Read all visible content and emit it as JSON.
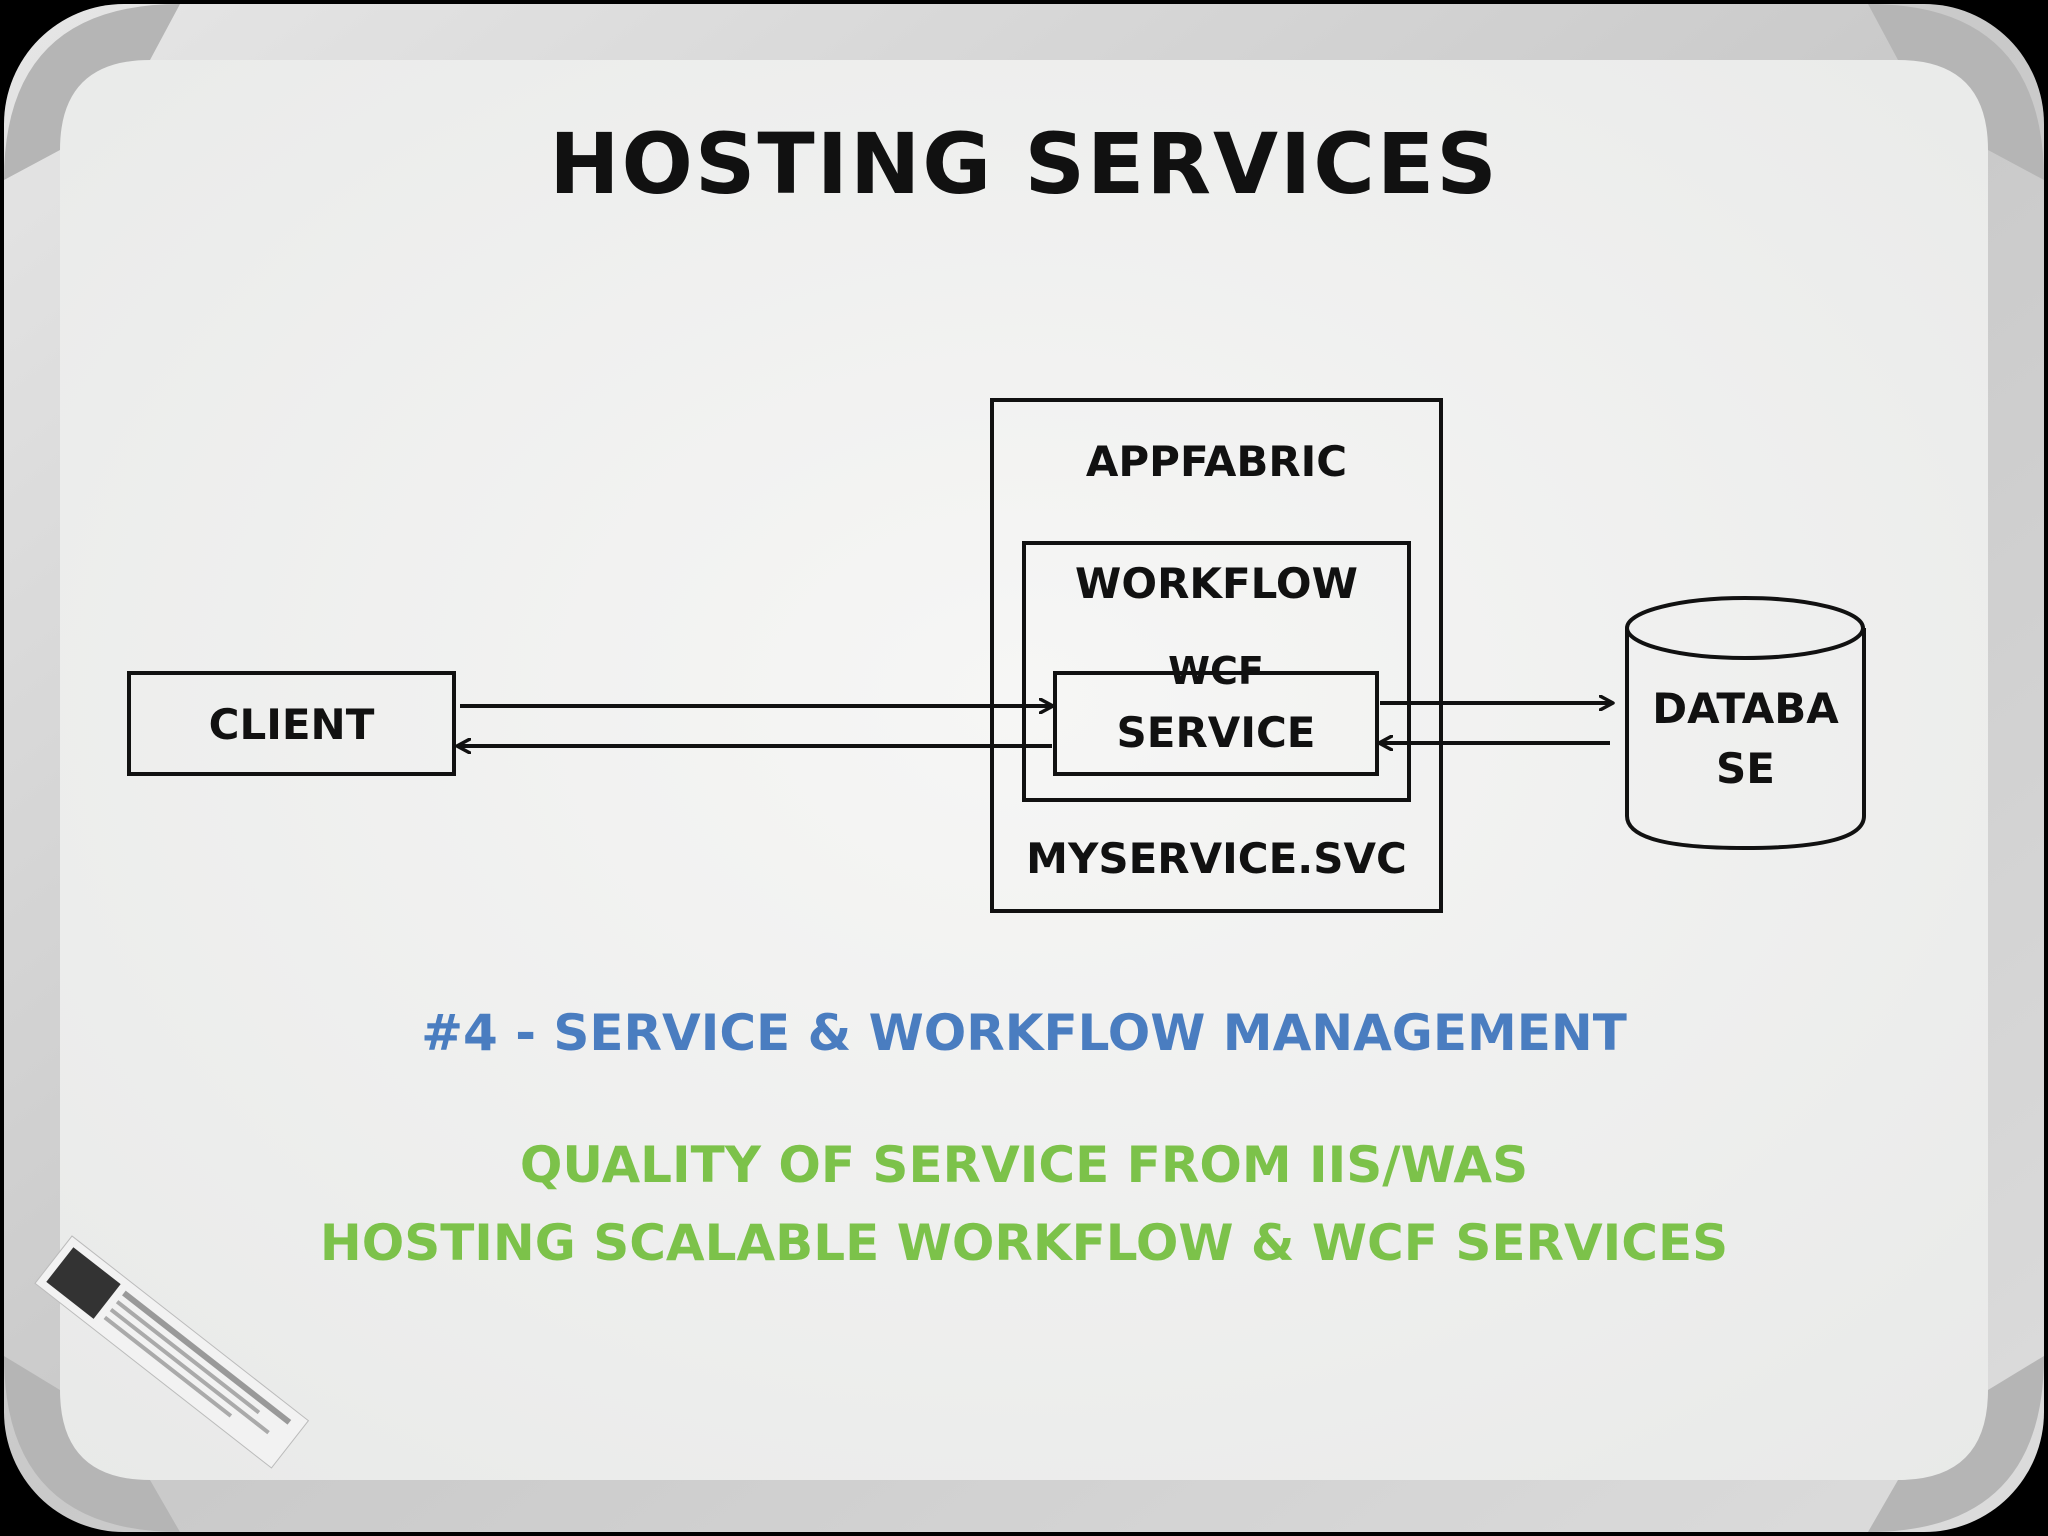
{
  "title": "Hosting Services",
  "diagram": {
    "client": "Client",
    "appfabric": "AppFabric",
    "workflow": "Workflow",
    "wcf_service_line1": "WCF",
    "wcf_service_line2": "Service",
    "myservice": "MyService.svc",
    "database_line1": "Databa",
    "database_line2": "se"
  },
  "subtitle": "#4 - Service & Workflow Management",
  "notes": [
    "Quality of Service from IIS/WAS",
    "Hosting Scalable Workflow & WCF Services"
  ],
  "colors": {
    "ink": "#111111",
    "blue": "#4a7dc0",
    "green": "#7cc24a"
  }
}
